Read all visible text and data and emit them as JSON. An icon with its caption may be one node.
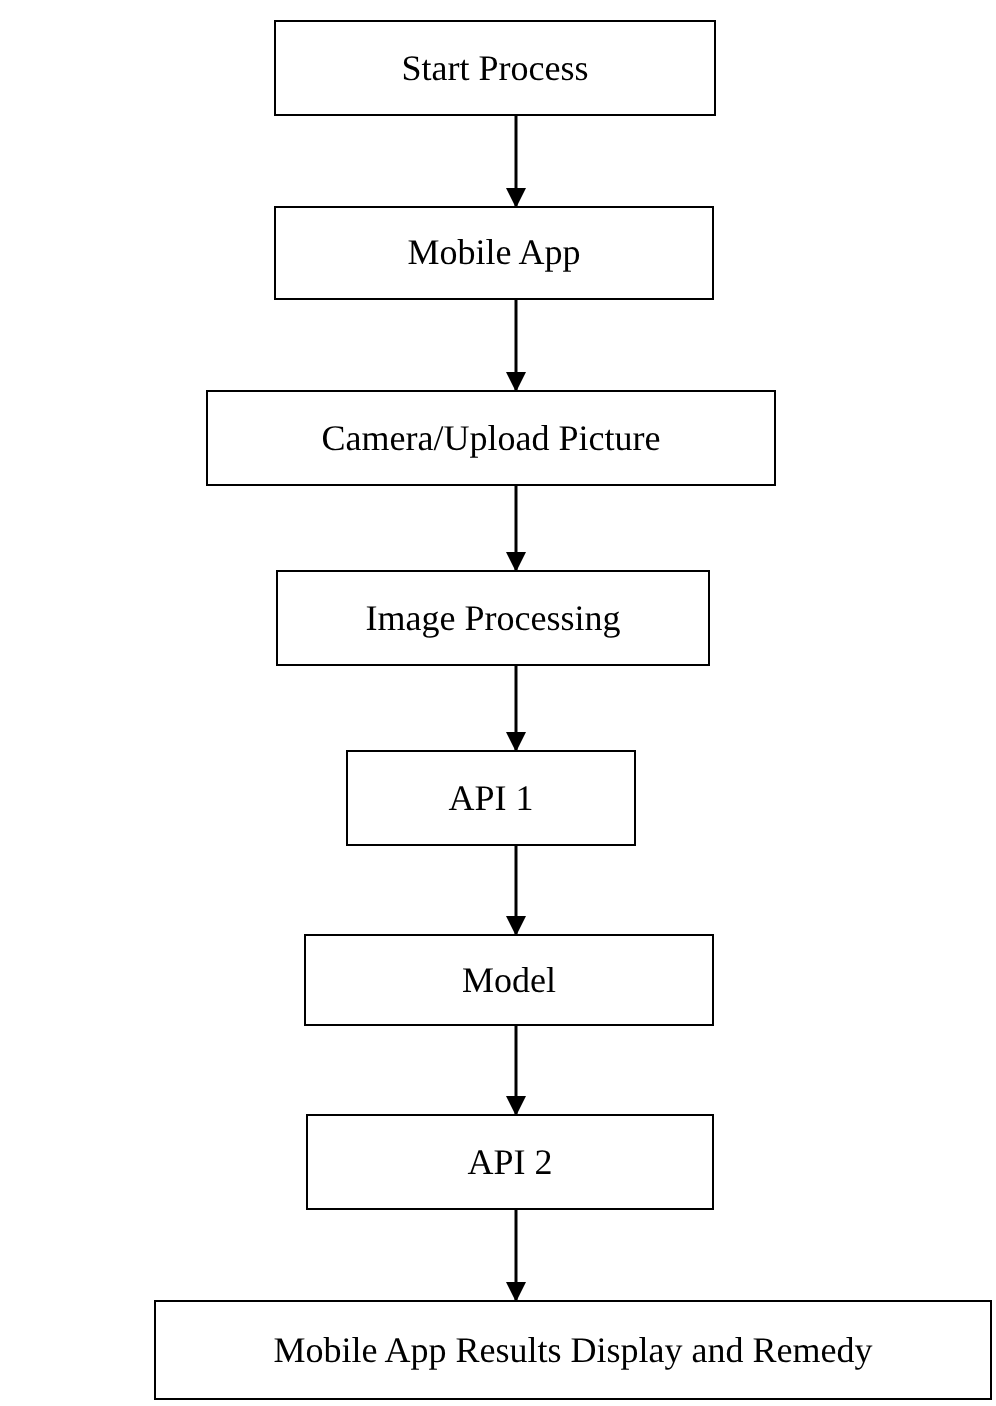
{
  "diagram": {
    "nodes": [
      {
        "text": [
          "Start Process"
        ]
      },
      {
        "text": [
          "Mobile App"
        ]
      },
      {
        "text": [
          "Camera/Upload Picture"
        ]
      },
      {
        "text": [
          "Image Processing"
        ]
      },
      {
        "text": [
          "API 1"
        ]
      },
      {
        "text": [
          "Model"
        ]
      },
      {
        "text": [
          "API 2"
        ]
      },
      {
        "text": [
          "Mobile App Results Display and Remedy"
        ]
      }
    ],
    "edges": [
      {
        "from": 0,
        "to": 1,
        "arrow": "to"
      },
      {
        "from": 1,
        "to": 2,
        "arrow": "to"
      },
      {
        "from": 2,
        "to": 3,
        "arrow": "to"
      },
      {
        "from": 3,
        "to": 4,
        "arrow": "to"
      },
      {
        "from": 4,
        "to": 5,
        "arrow": "to"
      },
      {
        "from": 5,
        "to": 6,
        "arrow": "to"
      },
      {
        "from": 6,
        "to": 7,
        "arrow": "to"
      }
    ]
  }
}
